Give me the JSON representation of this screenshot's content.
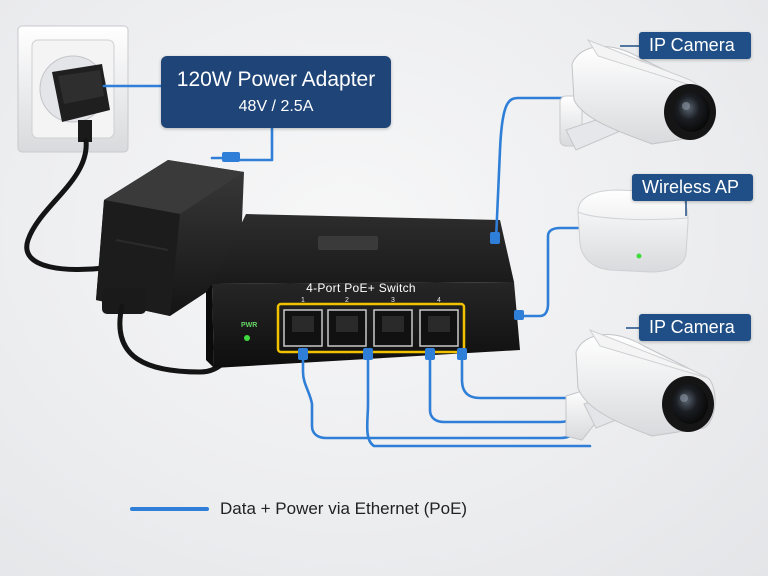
{
  "adapter": {
    "title": "120W Power Adapter",
    "spec": "48V / 2.5A"
  },
  "switch": {
    "label": "4-Port PoE+ Switch",
    "ports": [
      "1",
      "2",
      "3",
      "4"
    ],
    "power_indicator": "PWR"
  },
  "devices": {
    "camera_top": "IP Camera",
    "access_point": "Wireless AP",
    "camera_bottom": "IP Camera"
  },
  "legend": {
    "label": "Data + Power via Ethernet (PoE)",
    "line_color": "#2f7fd8"
  },
  "colors": {
    "callout": "#1f4f86",
    "cable": "#2f7fd8",
    "port_highlight": "#f2c200",
    "device": "#1c1c1c"
  }
}
